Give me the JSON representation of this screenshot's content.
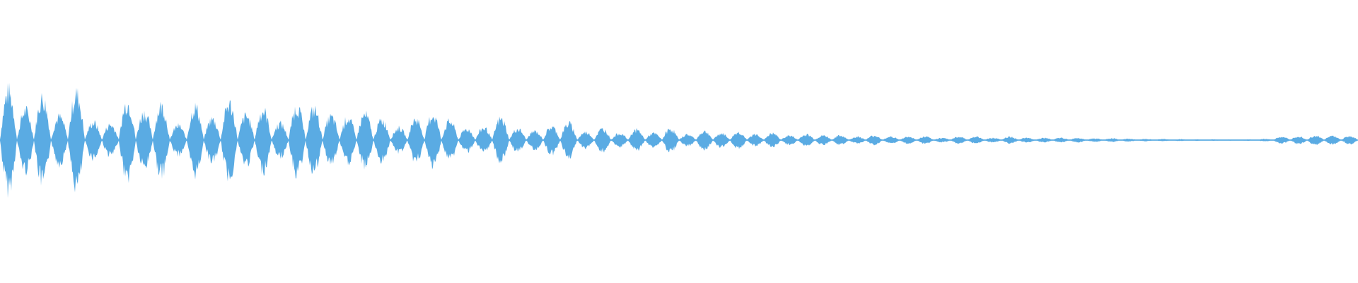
{
  "waveform": {
    "color": "#5aabe3",
    "background": "#ffffff",
    "envelope": [
      0.44,
      0.27,
      0.38,
      0.21,
      0.42,
      0.16,
      0.14,
      0.34,
      0.25,
      0.31,
      0.13,
      0.3,
      0.19,
      0.33,
      0.22,
      0.27,
      0.15,
      0.3,
      0.28,
      0.21,
      0.2,
      0.23,
      0.18,
      0.11,
      0.19,
      0.23,
      0.17,
      0.1,
      0.11,
      0.19,
      0.1,
      0.08,
      0.12,
      0.15,
      0.07,
      0.1,
      0.06,
      0.09,
      0.06,
      0.1,
      0.05,
      0.08,
      0.06,
      0.07,
      0.05,
      0.06,
      0.04,
      0.05,
      0.04,
      0.04,
      0.03,
      0.04,
      0.03,
      0.03,
      0.03,
      0.02,
      0.03,
      0.03,
      0.02,
      0.03,
      0.02,
      0.02,
      0.02,
      0.02,
      0.015,
      0.015,
      0.012,
      0.01,
      0.01,
      0.008,
      0.006,
      0.006,
      0.005,
      0.006,
      0.01,
      0.03,
      0.035,
      0.04,
      0.038,
      0.035
    ],
    "tail_level": 0.012
  }
}
